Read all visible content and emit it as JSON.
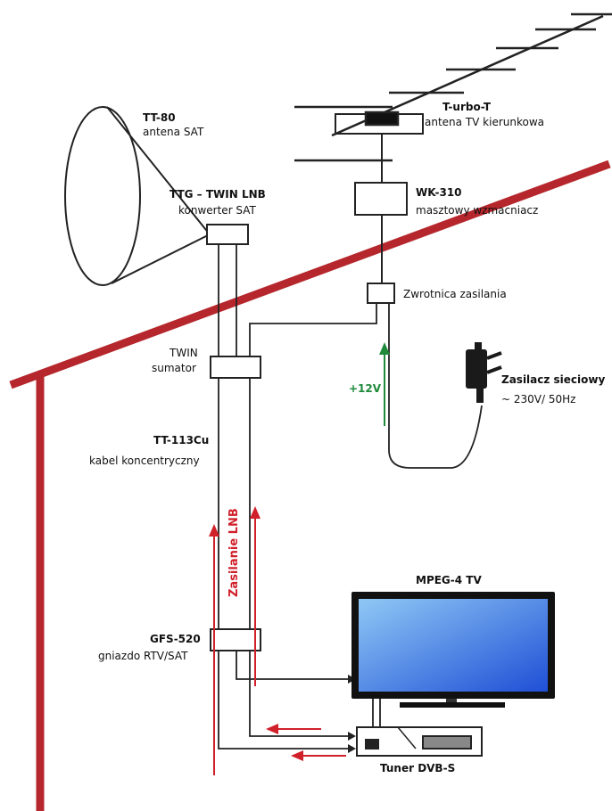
{
  "colors": {
    "roof": "#b5272d",
    "line": "#222222",
    "red_arrow": "#d0202a",
    "green_arrow": "#1e8a3a",
    "tv_gradient_start": "#8fc8f5",
    "tv_gradient_end": "#1f4fd6"
  },
  "labels": {
    "dish_model": "TT-80",
    "dish_desc": "antena SAT",
    "antenna_model": "T-urbo-T",
    "antenna_desc": "antena TV kierunkowa",
    "lnb_model": "TTG – TWIN LNB",
    "lnb_desc": "konwerter SAT",
    "amp_model": "WK-310",
    "amp_desc": "masztowy wzmacniacz",
    "splitter_desc": "Zwrotnica zasilania",
    "combiner_line1": "TWIN",
    "combiner_line2": "sumator",
    "voltage": "+12V",
    "psu_title": "Zasilacz sieciowy",
    "psu_desc": "~ 230V/ 50Hz",
    "cable_model": "TT-113Cu",
    "cable_desc": "kabel koncentryczny",
    "lnb_power": "Zasilanie LNB",
    "tv_label": "MPEG-4 TV",
    "socket_model": "GFS-520",
    "socket_desc": "gniazdo RTV/SAT",
    "tuner_label": "Tuner DVB-S"
  }
}
